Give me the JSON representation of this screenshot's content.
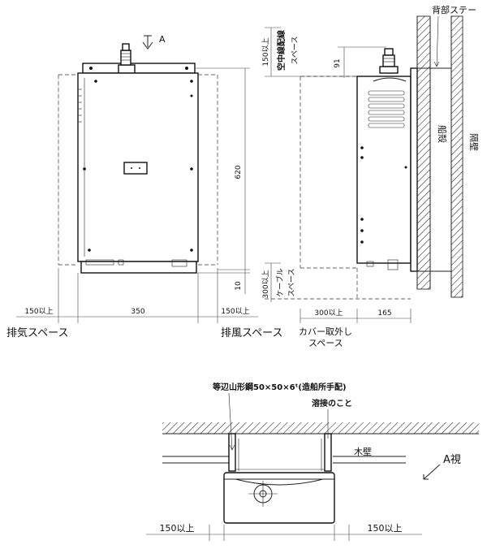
{
  "front_view": {
    "arrow_label": "A",
    "height_dim": "620",
    "bottom_gap_dim": "10",
    "width_dim": "350",
    "left_clearance": "150以上",
    "right_clearance": "150以上",
    "exhaust_space": "排気スペース",
    "vent_space": "排風スペース"
  },
  "side_view": {
    "top_clearance": "150以上",
    "overhead_wiring": "空中線配線",
    "space_small": "スペース",
    "top_dim": "91",
    "bottom_clearance": "300以上",
    "cable_space_1": "ケーブル",
    "cable_space_2": "スペース",
    "cover_clearance": "300以上",
    "depth_dim": "165",
    "cover_removal_1": "カバー取外し",
    "cover_removal_2": "スペース",
    "back_stay": "背部ステー",
    "hull_label": "船殻",
    "partition_label": "隔壁"
  },
  "view_a": {
    "angle_steel": "等辺山形鋼50×50×6ᵗ(造船所手配)",
    "welding": "溶接のこと",
    "wood_wall": "木壁",
    "view_label": "A視",
    "left_clearance": "150以上",
    "right_clearance": "150以上"
  }
}
